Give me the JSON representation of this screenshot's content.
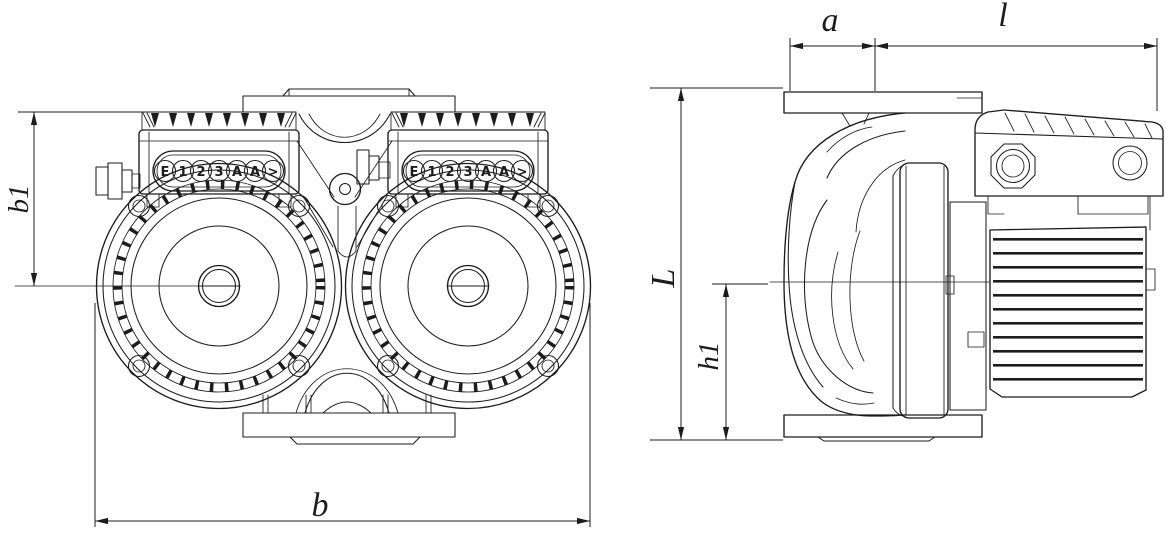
{
  "colors": {
    "background": "#ffffff",
    "line": "#1c1c1c"
  },
  "dim_labels": {
    "a": "a",
    "l": "l",
    "b": "b",
    "b1": "b1",
    "L": "L",
    "h1": "h1"
  },
  "control_panel": {
    "symbols": [
      "E",
      "1",
      "2",
      "3",
      "A",
      "A",
      ">"
    ]
  }
}
